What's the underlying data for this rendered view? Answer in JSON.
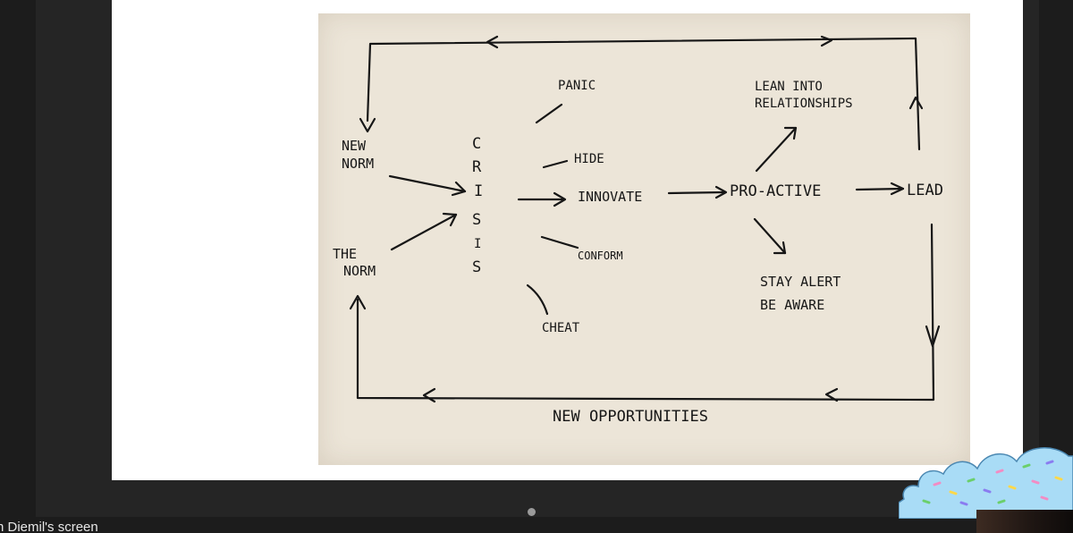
{
  "screen_share": {
    "label": "n Diemil's screen",
    "page_indicator": "•"
  },
  "diagram": {
    "nodes": {
      "new_norm": [
        "NEW",
        "NORM"
      ],
      "the_norm": [
        "THE",
        "NORM"
      ],
      "crisis": [
        "C",
        "R",
        "I",
        "S",
        "I",
        "S"
      ],
      "panic": "PANIC",
      "hide": "HIDE",
      "innovate": "INNOVATE",
      "conform": "CONFORM",
      "cheat": "CHEAT",
      "pro_active": "PRO-ACTIVE",
      "lead": "LEAD",
      "lean_into": [
        "LEAN INTO",
        "RELATIONSHIPS"
      ],
      "stay_alert": [
        "STAY ALERT",
        "BE AWARE"
      ],
      "new_opportunities": "NEW OPPORTUNITIES"
    },
    "ink_color": "#161616",
    "paper_color": "#ece5d8"
  },
  "decorations": {
    "sticker": "cloud-sticker",
    "sticker_color": "#a9dcf6"
  }
}
